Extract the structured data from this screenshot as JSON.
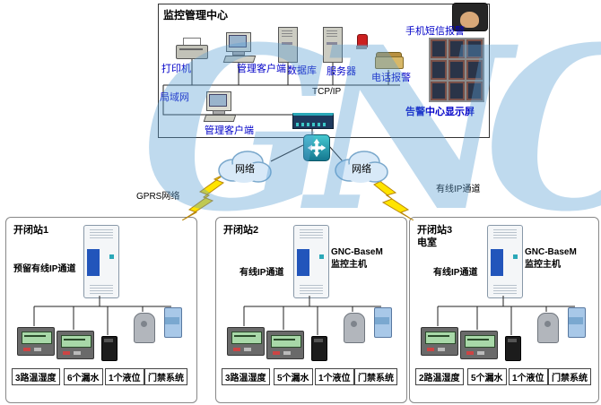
{
  "watermark": "GNC",
  "center": {
    "title": "监控管理中心",
    "printer_label": "打印机",
    "client1_label": "管理客户端",
    "database_label": "数据库",
    "server_label": "服务器",
    "phone_alarm_label": "电话报警",
    "sms_alarm_label": "手机短信报警",
    "display_wall_label": "告警中心显示屏",
    "client2_label": "管理客户端",
    "lan_label": "局域网",
    "protocol_label": "TCP/IP"
  },
  "network": {
    "cloud_left_label": "网络",
    "cloud_right_label": "网络",
    "gprs_label": "GPRS网络",
    "wired_label": "有线IP通道"
  },
  "stations": [
    {
      "name": "开闭站1",
      "subtitle": "",
      "channel": "预留有线IP通道",
      "host_line1": "",
      "host_line2": "",
      "sensors": [
        "3路温湿度",
        "6个漏水",
        "1个液位",
        "门禁系统"
      ]
    },
    {
      "name": "开闭站2",
      "subtitle": "",
      "channel": "有线IP通道",
      "host_line1": "GNC-BaseM",
      "host_line2": "监控主机",
      "sensors": [
        "3路温湿度",
        "5个漏水",
        "1个液位",
        "门禁系统"
      ]
    },
    {
      "name": "开闭站3",
      "subtitle": "电室",
      "channel": "有线IP通道",
      "host_line1": "GNC-BaseM",
      "host_line2": "监控主机",
      "sensors": [
        "2路温湿度",
        "5个漏水",
        "1个液位",
        "门禁系统"
      ]
    }
  ]
}
